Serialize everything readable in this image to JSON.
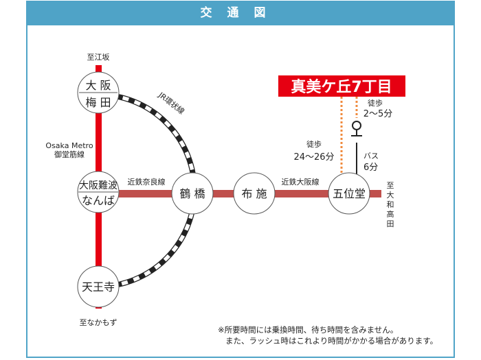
{
  "header": {
    "title": "交通図"
  },
  "destination": {
    "label": "真美ケ丘7丁目"
  },
  "colors": {
    "header": "#4fa3c7",
    "metro": "#e60012",
    "kintetsu": "#c0504d",
    "walk": "#f08a3c",
    "label_bg": "#e60012"
  },
  "lines": {
    "metro": "Osaka Metro",
    "metro_sub": "御堂筋線",
    "jr": "JR環状線",
    "kintetsu_nara": "近鉄奈良線",
    "kintetsu_osaka": "近鉄大阪線"
  },
  "directions": {
    "north": "至江坂",
    "south": "至なかもず",
    "east": [
      "至",
      "大",
      "和",
      "高",
      "田"
    ]
  },
  "stations": {
    "umeda": [
      "大 阪",
      "梅 田"
    ],
    "namba": [
      "大阪難波",
      "なんば"
    ],
    "tennoji": "天王寺",
    "tsuruhashi": "鶴 橋",
    "fuse": "布 施",
    "goido": "五位堂"
  },
  "access": {
    "walk_long_label": "徒歩",
    "walk_long_time": "24〜26分",
    "walk_short_label": "徒歩",
    "walk_short_time": "2〜5分",
    "bus_label": "バス",
    "bus_time": "6分"
  },
  "notes": [
    "※所要時間には乗換時間、待ち時間を含みません。",
    "また、ラッシュ時はこれより時間がかかる場合があります。"
  ]
}
